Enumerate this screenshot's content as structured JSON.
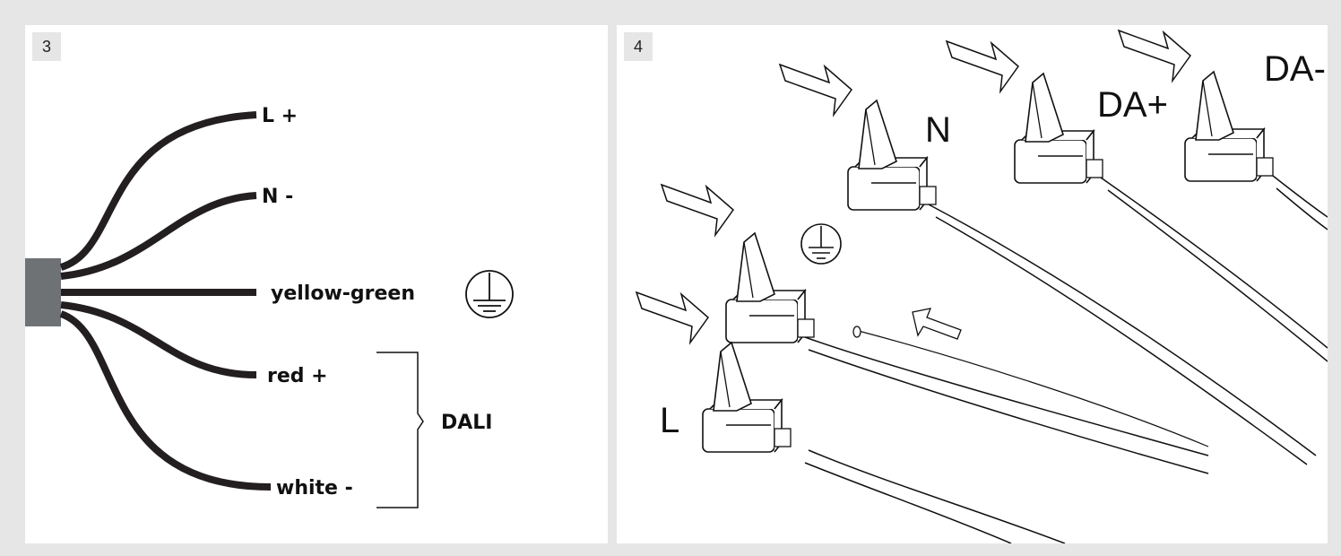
{
  "panel3": {
    "step": "3",
    "wire_labels": [
      "L +",
      "N -",
      "yellow-green",
      "red +",
      "white -"
    ],
    "group_label": "DALI",
    "ground_icon": "protective-earth-icon",
    "cable_color": "#6f7275",
    "wire_color": "#231f20"
  },
  "panel4": {
    "step": "4",
    "terminals": [
      "N",
      "DA+",
      "DA-",
      "L"
    ],
    "ground_icon": "protective-earth-icon",
    "arrow_icon": "push-arrow-icon"
  }
}
